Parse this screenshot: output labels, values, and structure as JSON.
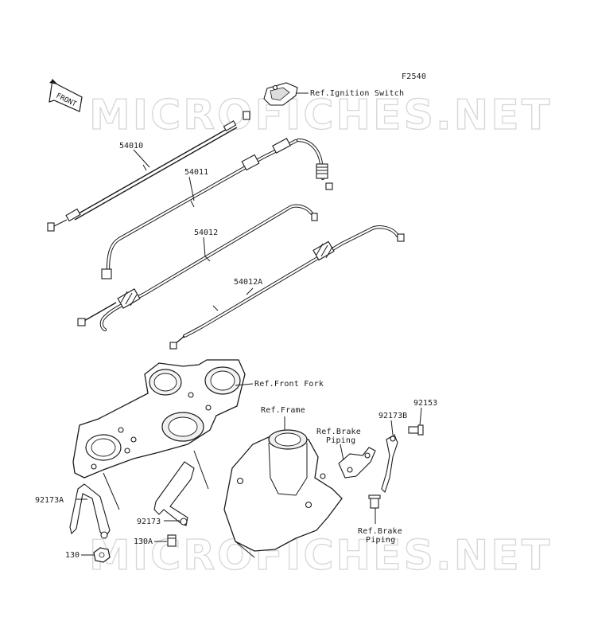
{
  "figure_code": "F2540",
  "watermarks": [
    "MICROFICHES.NET",
    "MICROFICHES.NET"
  ],
  "front_arrow": "FRONT",
  "refs": {
    "ignition_switch": "Ref.Ignition Switch",
    "front_fork": "Ref.Front Fork",
    "frame": "Ref.Frame",
    "brake_piping_1_line1": "Ref.Brake",
    "brake_piping_1_line2": "Piping",
    "brake_piping_2_line1": "Ref.Brake",
    "brake_piping_2_line2": "Piping"
  },
  "parts": {
    "p54010": "54010",
    "p54011": "54011",
    "p54012": "54012",
    "p54012A": "54012A",
    "p92153": "92153",
    "p92173B": "92173B",
    "p92173A": "92173A",
    "p92173": "92173",
    "p130A": "130A",
    "p130": "130"
  }
}
